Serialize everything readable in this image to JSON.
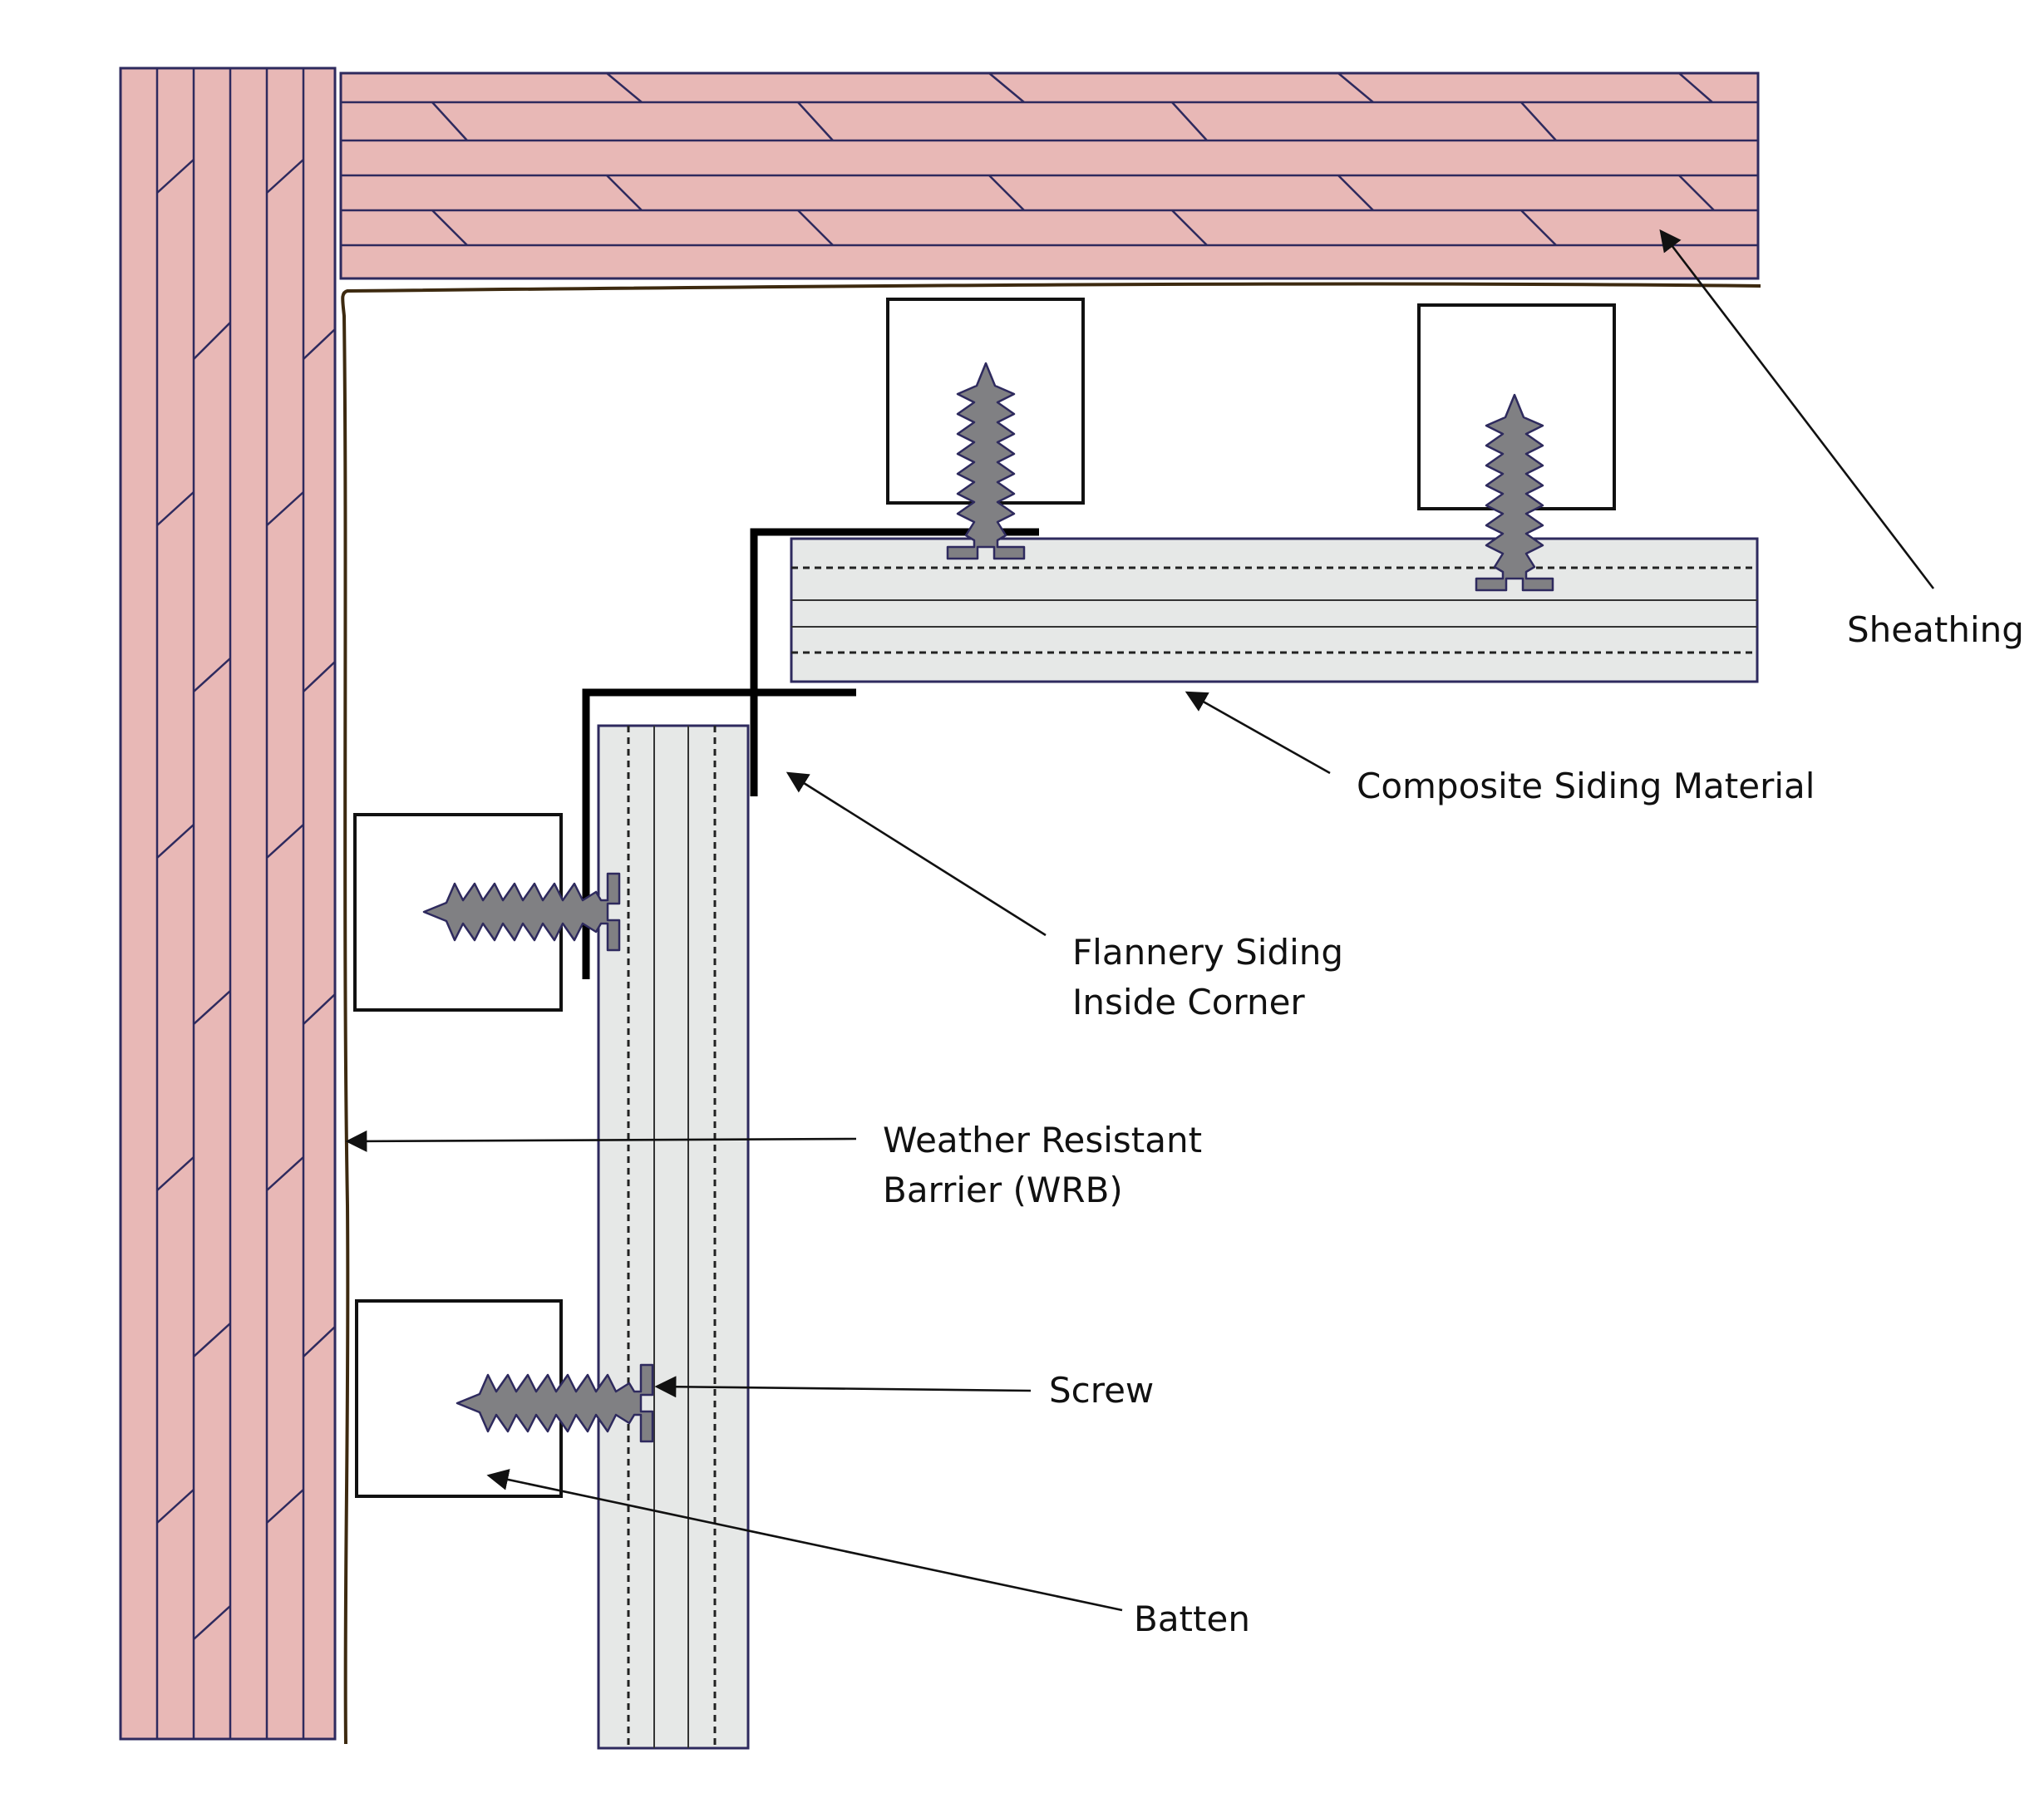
{
  "labels": {
    "sheathing": "Sheathing",
    "composite_siding": "Composite Siding Material",
    "flannery_line1": "Flannery Siding",
    "flannery_line2": "Inside Corner",
    "wrb_line1": "Weather Resistant",
    "wrb_line2": "Barrier (WRB)",
    "screw": "Screw",
    "batten": "Batten"
  },
  "colors": {
    "sheathing_fill": "#e8b8b6",
    "sheathing_grain": "#2e2a5e",
    "siding_fill": "#e6e8e7",
    "screw_fill": "#808083",
    "inside_corner": "#000000",
    "wrb_line": "#3d2a10"
  }
}
